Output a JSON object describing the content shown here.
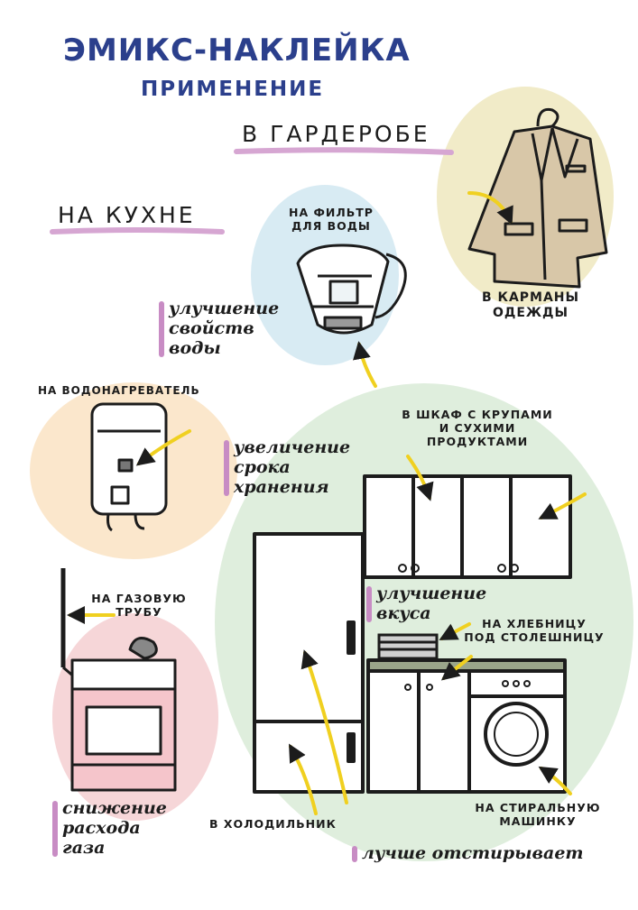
{
  "title": {
    "line1": "ЭМИКС-наклейка",
    "line2": "применение"
  },
  "sections": {
    "wardrobe": "в гардеробе",
    "kitchen": "на кухне"
  },
  "labels": {
    "pockets": "в карманы\nодежды",
    "water_filter": "на фильтр\nдля воды",
    "water_heater": "на водонагреватель",
    "cabinet": "в шкаф с крупами\nи сухими\nпродуктами",
    "gas_pipe": "на газовую\nтрубу",
    "bread_box": "на хлебницу\nпод столешницу",
    "fridge": "в холодильник",
    "washing_machine": "на стиральную\nмашинку"
  },
  "benefits": {
    "water": "улучшение\nсвойств\nводы",
    "storage": "увеличение\nсрока\nхранения",
    "taste": "улучшение\nвкуса",
    "gas": "снижение\nрасхода\nгаза",
    "washing": "лучше отстирывает"
  },
  "icons": {
    "jacket": "jacket-icon",
    "jug": "filter-jug-icon",
    "heater": "water-heater-icon",
    "stove": "gas-stove-icon",
    "fridge": "fridge-icon",
    "cabinets": "kitchen-cabinet-icon",
    "bread_box": "bread-box-icon",
    "washer": "washing-machine-icon"
  },
  "colors": {
    "title": "#2b3f8c",
    "underline": "#d6a6d2",
    "benefit_bar": "#c88cc4",
    "arrow": "#f0d020",
    "blob_blue": "#d8ebf3",
    "blob_yellow": "#f1ebc8",
    "blob_peach": "#fbe7cc",
    "blob_pink": "#f6d6d8",
    "blob_green": "#dfeedd"
  }
}
